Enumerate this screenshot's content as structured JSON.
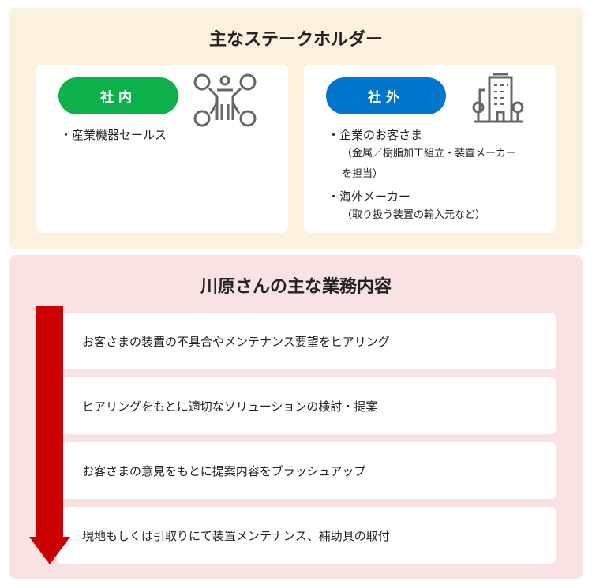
{
  "stakeholders": {
    "title": "主なステークホルダー",
    "internal": {
      "label": "社内",
      "items": [
        "・産業機器セールス"
      ]
    },
    "external": {
      "label": "社外",
      "items": [
        {
          "text": "・企業のお客さま",
          "sub": [
            "（金属／樹脂加工組立・装置メーカー",
            "を担当）"
          ]
        },
        {
          "text": "・海外メーカー",
          "sub": [
            "（取り扱う装置の輸入元など）"
          ]
        }
      ]
    }
  },
  "duties": {
    "title": "川原さんの主な業務内容",
    "steps": [
      "お客さまの装置の不具合やメンテナンス要望をヒアリング",
      "ヒアリングをもとに適切なソリューションの検討・提案",
      "お客さまの意見をもとに提案内容をブラッシュアップ",
      "現地もしくは引取りにて装置メンテナンス、補助具の取付"
    ]
  },
  "colors": {
    "internal": "#0db04b",
    "external": "#0076cc",
    "arrow": "#cc0000"
  }
}
